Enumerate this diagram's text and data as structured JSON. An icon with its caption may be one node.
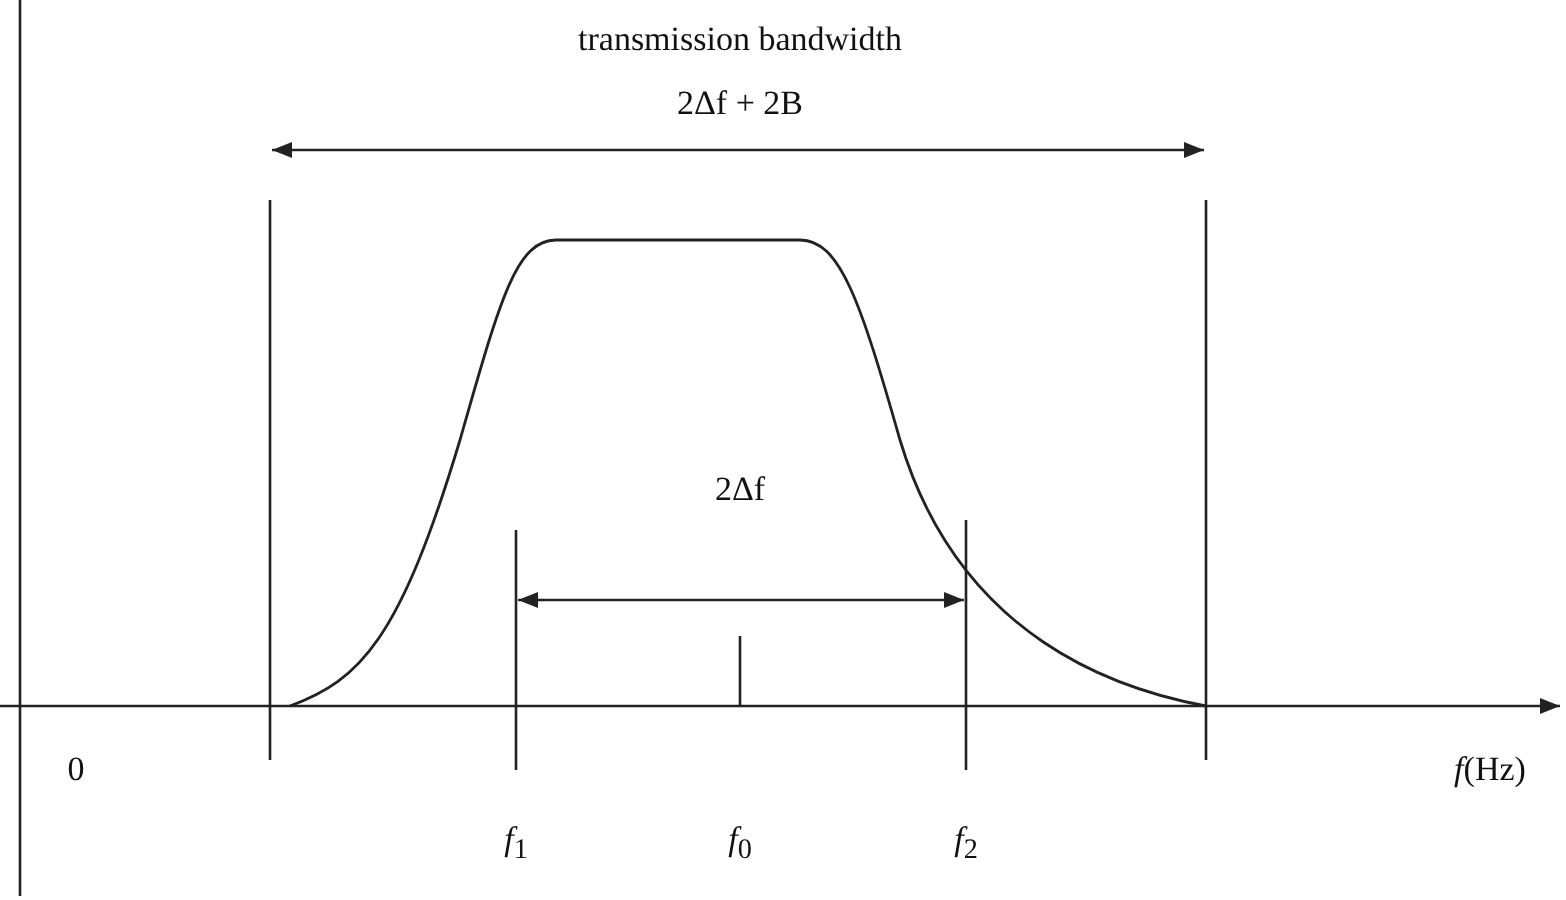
{
  "diagram": {
    "labels": [
      "transmission bandwidth",
      "2Δf + 2B",
      "2Δf",
      "0",
      "*f*(Hz)",
      "*f*$_{1}$",
      "*f*$_{0}$",
      "*f*$_{2}$"
    ]
  }
}
